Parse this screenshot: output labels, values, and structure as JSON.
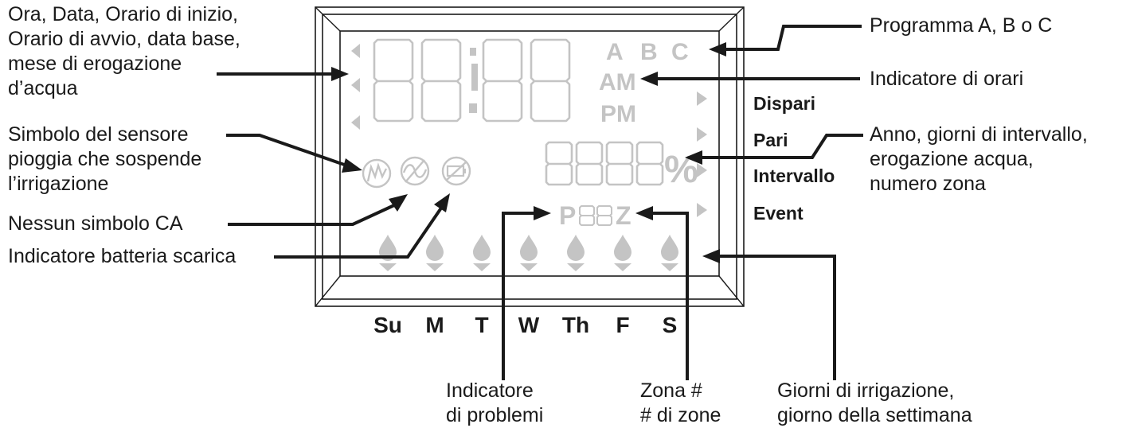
{
  "callouts": {
    "time_date": "Ora, Data, Orario di inizio,\nOrario di avvio, data base,\nmese di erogazione\nd’acqua",
    "rain_sensor": "Simbolo del sensore\npioggia che sospende\nl’irrigazione",
    "no_ac": "Nessun simbolo CA",
    "low_battery": "Indicatore batteria scarica",
    "program": "Programma A, B o C",
    "time_indicator": "Indicatore di orari",
    "year_interval": "Anno, giorni di intervallo,\nerogazione acqua,\nnumero zona",
    "problem": "Indicatore\ndi problemi",
    "zone": "Zona #\n# di zone",
    "watering_days": "Giorni di irrigazione,\ngiorno della settimana"
  },
  "modes": [
    "Dispari",
    "Pari",
    "Intervallo",
    "Event"
  ],
  "days": [
    "Su",
    "M",
    "T",
    "W",
    "Th",
    "F",
    "S"
  ],
  "lcd": {
    "programs": [
      "A",
      "B",
      "C"
    ],
    "am": "AM",
    "pm": "PM",
    "problem_letter": "P",
    "zone_letter": "Z",
    "percent": "%"
  },
  "colors": {
    "lcd_segment": "#c4c4c4",
    "ink": "#1a1a1a"
  }
}
